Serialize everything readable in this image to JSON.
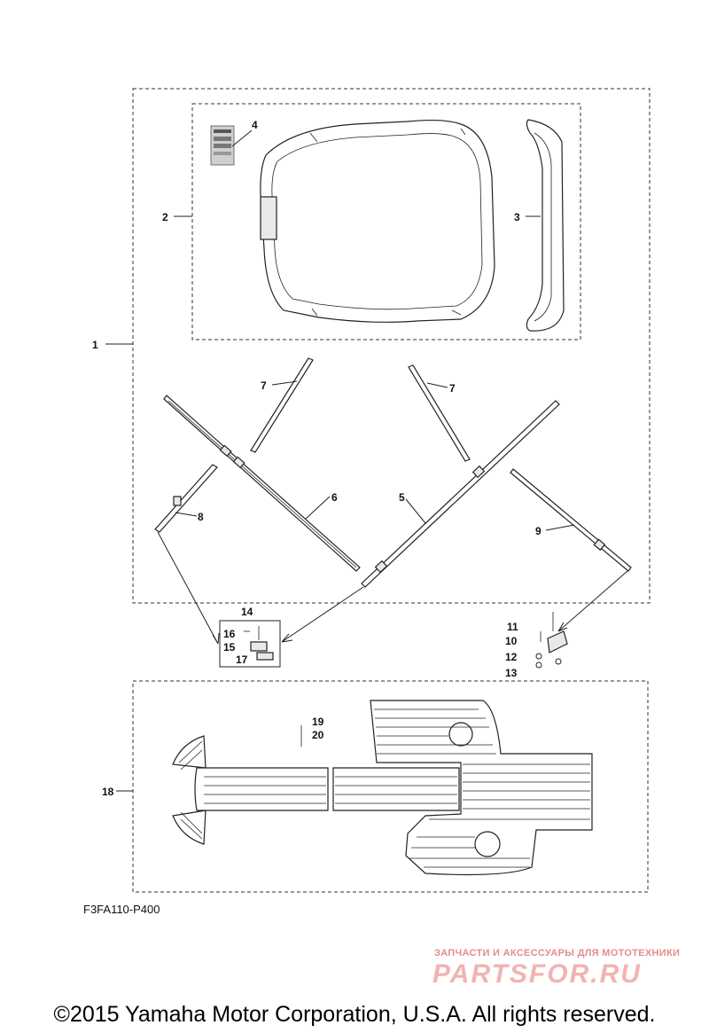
{
  "diagram": {
    "labels": {
      "n1": "1",
      "n2": "2",
      "n3": "3",
      "n4": "4",
      "n5": "5",
      "n6": "6",
      "n7a": "7",
      "n7b": "7",
      "n8": "8",
      "n9": "9",
      "n10": "10",
      "n11": "11",
      "n12": "12",
      "n13": "13",
      "n14": "14",
      "n15": "15",
      "n16": "16",
      "n17": "17",
      "n18": "18",
      "n19": "19",
      "n20": "20"
    },
    "diagram_code": "F3FA110-P400"
  },
  "watermark": {
    "tagline": "ЗАПЧАСТИ И АКСЕССУАРЫ ДЛЯ МОТОТЕХНИКИ",
    "logo": "PARTSFOR.RU",
    "color": "#e58c8c"
  },
  "footer": {
    "copyright": "©2015 Yamaha Motor Corporation, U.S.A. All rights reserved."
  }
}
